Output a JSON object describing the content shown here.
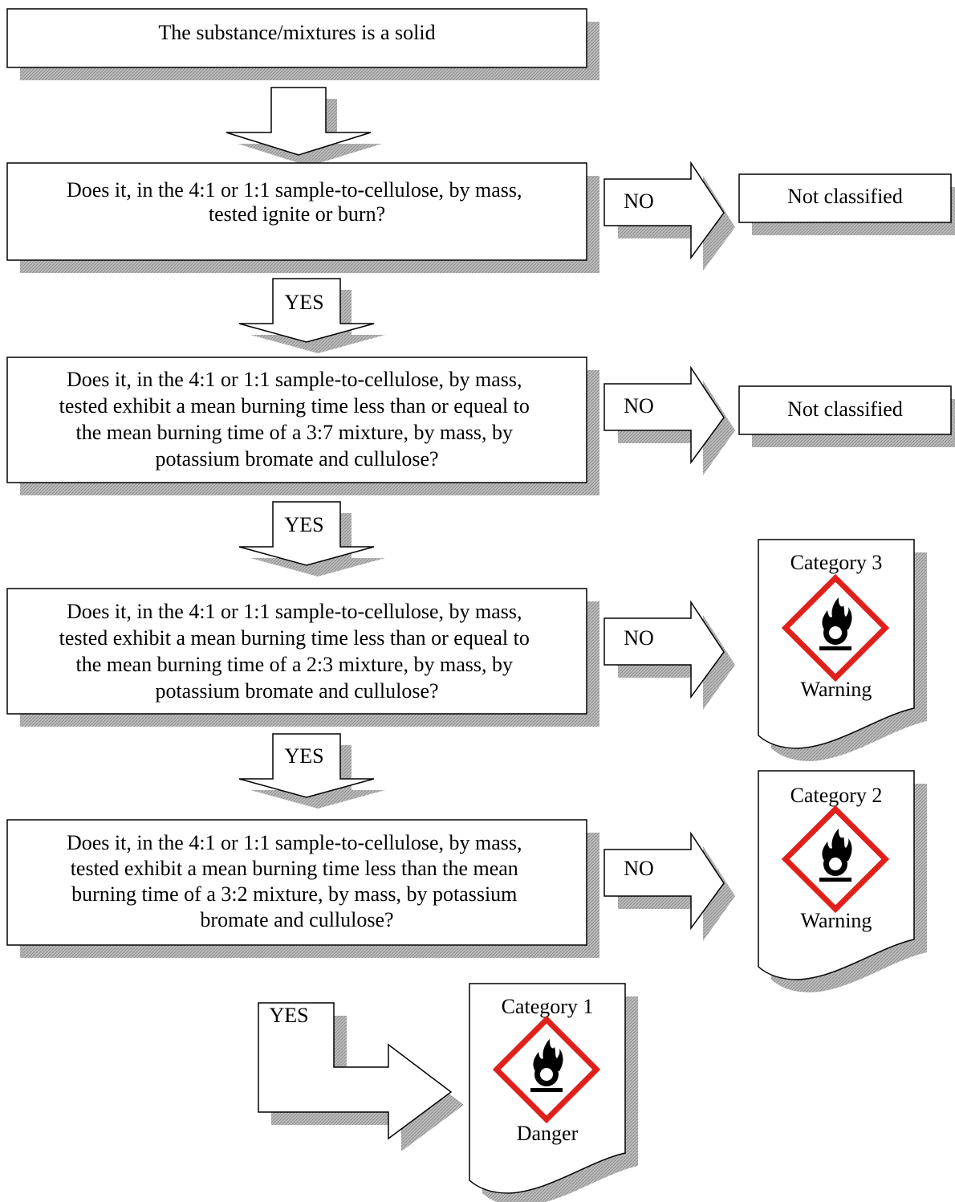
{
  "start_box": {
    "text": "The substance/mixtures is a solid"
  },
  "questions": [
    {
      "lines": [
        "Does it, in the 4:1 or 1:1 sample-to-cellulose, by mass,",
        "tested ignite or burn?"
      ]
    },
    {
      "lines": [
        "Does it, in the 4:1 or 1:1 sample-to-cellulose, by mass,",
        "tested exhibit a mean burning time less than or equeal to",
        "the mean burning time of a 3:7 mixture, by mass, by",
        "potassium bromate and cullulose?"
      ]
    },
    {
      "lines": [
        "Does it, in the 4:1 or 1:1 sample-to-cellulose, by mass,",
        "tested exhibit a mean burning time less than or equeal to",
        "the mean burning time of a 2:3 mixture, by mass, by",
        "potassium bromate and cullulose?"
      ]
    },
    {
      "lines": [
        "Does it, in the 4:1 or 1:1 sample-to-cellulose, by mass,",
        "tested exhibit a mean burning time less than the mean",
        "burning time of a 3:2 mixture, by mass, by potassium",
        "bromate and cullulose?"
      ]
    }
  ],
  "arrow_labels": {
    "yes": "YES",
    "no": "NO"
  },
  "outcomes": {
    "not_classified_1": "Not classified",
    "not_classified_2": "Not classified",
    "category_3": {
      "title": "Category 3",
      "signal_word": "Warning"
    },
    "category_2": {
      "title": "Category 2",
      "signal_word": "Warning"
    },
    "category_1": {
      "title": "Category 1",
      "signal_word": "Danger"
    }
  },
  "colors": {
    "pictogram_border": "#e0201b",
    "shadow": "#c8c8c8"
  },
  "icons": {
    "pictogram": "flame-over-circle-icon"
  }
}
